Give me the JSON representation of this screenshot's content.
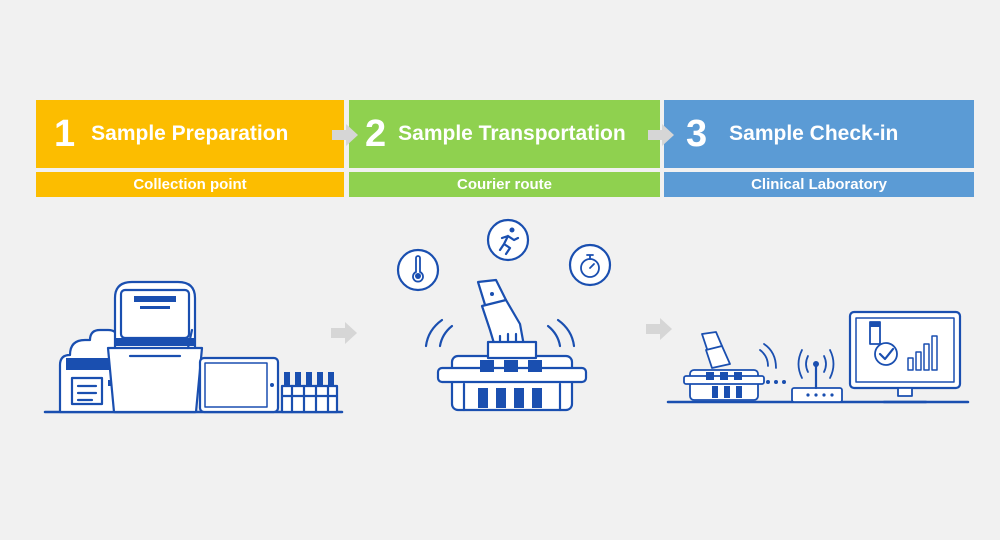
{
  "steps": [
    {
      "number": "1",
      "title": "Sample Preparation",
      "subtitle": "Collection point",
      "color": "#fcbd00"
    },
    {
      "number": "2",
      "title": "Sample Transportation",
      "subtitle": "Courier route",
      "color": "#8fd14f"
    },
    {
      "number": "3",
      "title": "Sample Check-in",
      "subtitle": "Clinical Laboratory",
      "color": "#5b9bd5"
    }
  ],
  "icons": {
    "step1": [
      "label-printer-icon",
      "sample-scanner-icon",
      "tablet-icon",
      "test-tube-rack-icon"
    ],
    "step2": [
      "thermometer-icon",
      "running-person-icon",
      "stopwatch-icon",
      "hand-carrying-sample-case-icon",
      "sample-case-icon",
      "wireless-signal-icon"
    ],
    "step3": [
      "hand-carrying-sample-case-icon",
      "wireless-router-icon",
      "monitor-icon",
      "checked-test-tube-icon",
      "bar-chart-icon"
    ]
  },
  "colors": {
    "line_art": "#1a4fb0",
    "connector_arrow": "#d6d6d6",
    "background": "#f1f1f1"
  }
}
